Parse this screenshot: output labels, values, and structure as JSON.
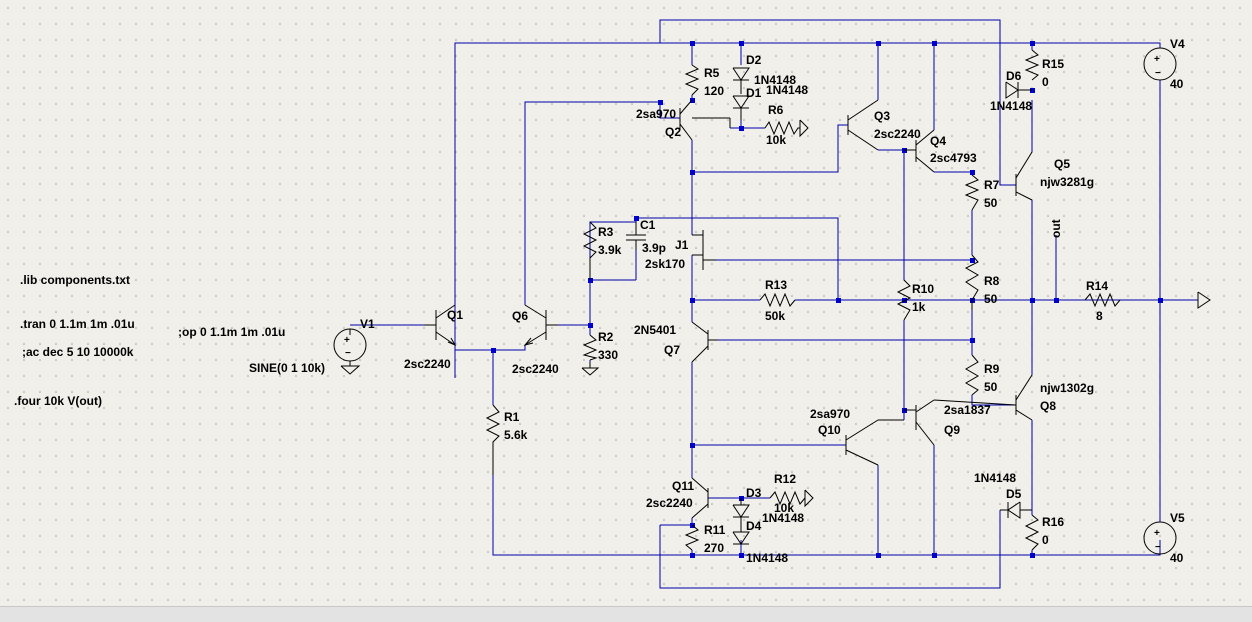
{
  "directives": {
    "lib": ".lib components.txt",
    "tran": ".tran 0 1.1m 1m .01u",
    "op": ";op 0 1.1m 1m .01u",
    "ac": ";ac dec 5 10 10000k",
    "four": ".four 10k V(out)"
  },
  "sources": {
    "V1": {
      "name": "V1",
      "value": "SINE(0 1 10k)"
    },
    "V4": {
      "name": "V4",
      "value": "40"
    },
    "V5": {
      "name": "V5",
      "value": "40"
    }
  },
  "transistors": {
    "Q1": {
      "name": "Q1",
      "model": "2sc2240"
    },
    "Q6": {
      "name": "Q6",
      "model": "2sc2240"
    },
    "Q2": {
      "name": "Q2",
      "model": "2sa970"
    },
    "Q3": {
      "name": "Q3",
      "model": "2sc2240"
    },
    "Q4": {
      "name": "Q4",
      "model": "2sc4793"
    },
    "Q5": {
      "name": "Q5",
      "model": "njw3281g"
    },
    "Q7": {
      "name": "Q7",
      "model": "2N5401"
    },
    "Q8": {
      "name": "Q8",
      "model": "njw1302g"
    },
    "Q9": {
      "name": "Q9",
      "model": "2sa1837"
    },
    "Q10": {
      "name": "Q10",
      "model": "2sa970"
    },
    "Q11": {
      "name": "Q11",
      "model": "2sc2240"
    },
    "J1": {
      "name": "J1",
      "model": "2sk170"
    }
  },
  "resistors": {
    "R1": {
      "name": "R1",
      "value": "5.6k"
    },
    "R2": {
      "name": "R2",
      "value": "330"
    },
    "R3": {
      "name": "R3",
      "value": "3.9k"
    },
    "R5": {
      "name": "R5",
      "value": "120"
    },
    "R6": {
      "name": "R6",
      "value": "10k"
    },
    "R7": {
      "name": "R7",
      "value": "50"
    },
    "R8": {
      "name": "R8",
      "value": "50"
    },
    "R9": {
      "name": "R9",
      "value": "50"
    },
    "R10": {
      "name": "R10",
      "value": "1k"
    },
    "R11": {
      "name": "R11",
      "value": "270"
    },
    "R12": {
      "name": "R12",
      "value": "10k"
    },
    "R13": {
      "name": "R13",
      "value": "50k"
    },
    "R14": {
      "name": "R14",
      "value": "8"
    },
    "R15": {
      "name": "R15",
      "value": "0"
    },
    "R16": {
      "name": "R16",
      "value": "0"
    }
  },
  "capacitors": {
    "C1": {
      "name": "C1",
      "value": "3.9p"
    }
  },
  "diodes": {
    "D1": {
      "name": "D1",
      "model": "1N4148"
    },
    "D2": {
      "name": "D2",
      "model": "1N4148"
    },
    "D3": {
      "name": "D3",
      "model": "1N4148"
    },
    "D4": {
      "name": "D4",
      "model": "1N4148"
    },
    "D5": {
      "name": "D5",
      "model": "1N4148"
    },
    "D6": {
      "name": "D6",
      "model": "1N4148"
    }
  },
  "nets": {
    "out": "out"
  }
}
